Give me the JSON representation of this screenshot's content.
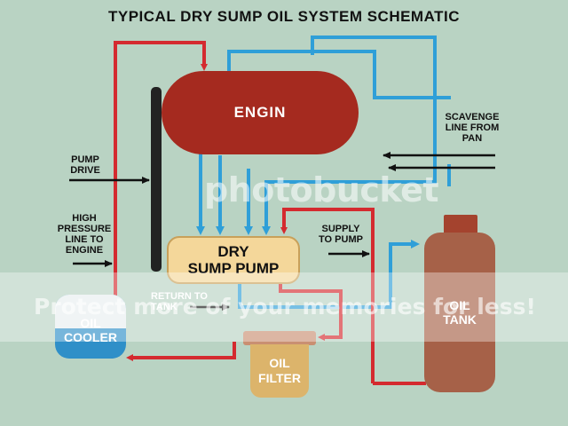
{
  "title": "TYPICAL DRY SUMP OIL SYSTEM SCHEMATIC",
  "components": {
    "engine": "ENGIN",
    "pump": "DRY\nSUMP PUMP",
    "cooler": "OIL\nCOOLER",
    "filter": "OIL\nFILTER",
    "tank": "OIL\nTANK"
  },
  "labels": {
    "pump_drive": "PUMP\nDRIVE",
    "high_pressure": "HIGH\nPRESSURE\nLINE TO\nENGINE",
    "scavenge": "SCAVENGE\nLINE FROM\nPAN",
    "supply": "SUPPLY\nTO PUMP",
    "return": "RETURN TO\nTANK"
  },
  "watermark": {
    "logo": "photobucket",
    "tagline": "Protect more of your memories for less!"
  },
  "colors": {
    "background": "#b9d3c3",
    "pressure_line": "#d42a2f",
    "scavenge_line": "#2f9fd8",
    "engine": "#a52a1f",
    "pump": "#f4d79a",
    "tank": "#a66148"
  }
}
